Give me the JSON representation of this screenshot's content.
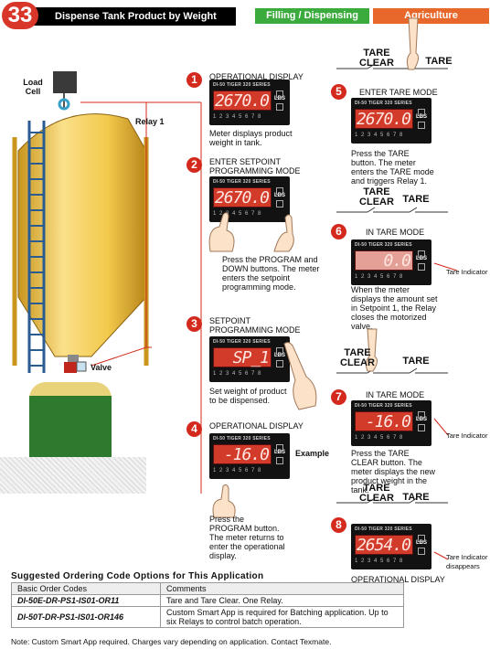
{
  "header": {
    "number": "33",
    "title": "Dispense Tank Product by Weight",
    "tag1": "Filling / Dispensing",
    "tag2": "Agriculture"
  },
  "colors": {
    "accent_red": "#d9362a",
    "green": "#3cab3e",
    "orange": "#e8672a",
    "tank": "#f2c94c"
  },
  "tank": {
    "load_cell": "Load Cell",
    "relay": "Relay 1",
    "valve": "Valve"
  },
  "meter_model": "DI-50 TIGER 320 SERIES",
  "meter_units": "LBS",
  "meter_indicators": "1 2 3 4 5 6 7 8",
  "steps": [
    {
      "num": "1",
      "title": "OPERATIONAL DISPLAY",
      "desc": "Meter displays product weight in tank.",
      "display": "2670.0"
    },
    {
      "num": "2",
      "title": "ENTER SETPOINT PROGRAMMING MODE",
      "desc": "Press the PROGRAM and DOWN buttons. The meter enters the setpoint programming mode.",
      "display": "2670.0"
    },
    {
      "num": "3",
      "title": "SETPOINT PROGRAMMING MODE",
      "desc": "Set weight of product to be dispensed.",
      "display": "SP_1"
    },
    {
      "num": "4",
      "title": "OPERATIONAL DISPLAY",
      "desc": "Press the PROGRAM button. The meter returns to enter the operational display.",
      "display": "-16.0",
      "note": "Example"
    },
    {
      "num": "5",
      "title": "ENTER TARE MODE",
      "desc": "Press the TARE button. The meter enters the TARE mode and triggers Relay 1.",
      "display": "2670.0"
    },
    {
      "num": "6",
      "title": "IN TARE MODE",
      "desc": "When the meter displays the amount set in Setpoint 1, the Relay closes the motorized valve.",
      "display": "0.0",
      "indicator": "Tare Indicator"
    },
    {
      "num": "7",
      "title": "IN TARE MODE",
      "desc": "Press the TARE CLEAR button. The meter displays the new product weight in the tank.",
      "display": "-16.0",
      "indicator": "Tare Indicator"
    },
    {
      "num": "8",
      "title": "OPERATIONAL DISPLAY",
      "desc": "",
      "display": "2654.0",
      "indicator": "Tare Indicator disappears"
    }
  ],
  "switch": {
    "tare_clear": "TARE CLEAR",
    "tare": "TARE"
  },
  "ordering": {
    "title": "Suggested Ordering Code Options for This Application",
    "headers": [
      "Basic Order Codes",
      "Comments"
    ],
    "rows": [
      {
        "code": "DI-50E-DR-PS1-IS01-OR11",
        "comment": "Tare and Tare Clear. One Relay."
      },
      {
        "code": "DI-50T-DR-PS1-IS01-OR146",
        "comment": "Custom Smart App is required for Batching application. Up to six Relays to control batch operation."
      }
    ]
  },
  "note": "Note: Custom Smart App required. Charges vary depending on application. Contact Texmate."
}
